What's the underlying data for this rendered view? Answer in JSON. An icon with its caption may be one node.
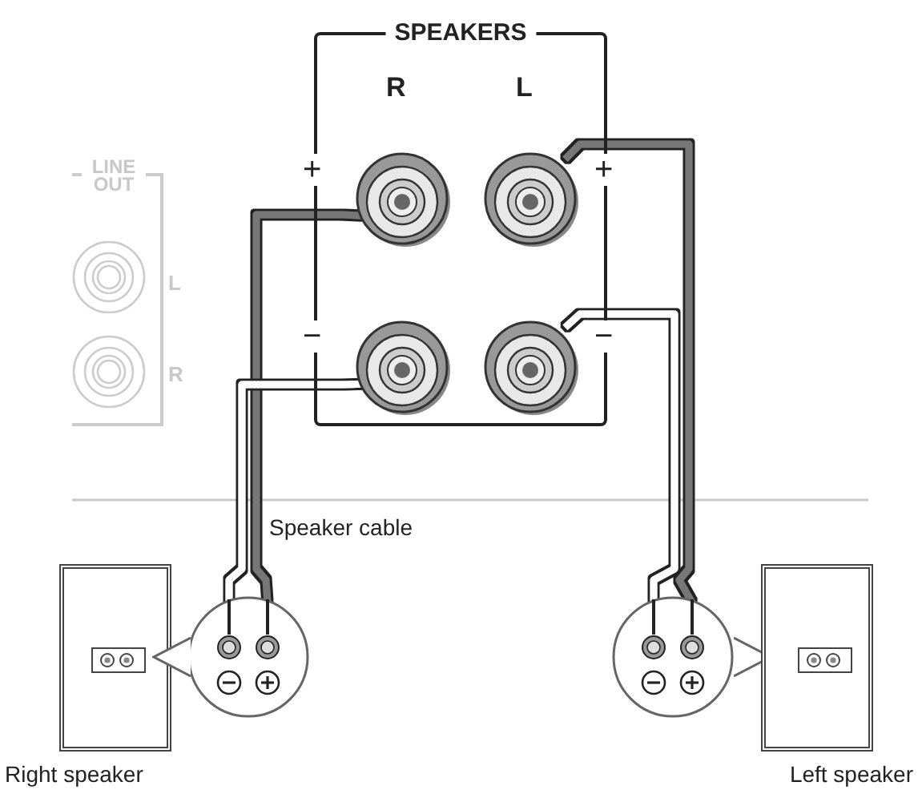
{
  "diagram": {
    "nodes": [
      {
        "text": [
          "SPEAKERS"
        ]
      },
      {
        "text": [],
        "shape": "circle",
        "in": 0
      },
      {
        "text": [],
        "shape": "circle",
        "in": 0
      },
      {
        "text": [],
        "shape": "circle",
        "in": 0
      },
      {
        "text": [],
        "shape": "circle",
        "in": 0
      },
      {
        "text": [
          "LINE OUT"
        ]
      },
      {
        "text": [
          "Right speaker"
        ]
      },
      {
        "text": [],
        "shape": "circle"
      },
      {
        "text": [],
        "shape": "circle"
      },
      {
        "text": [
          "Left speaker"
        ]
      }
    ],
    "edges": [
      {
        "from": 1,
        "to": 7,
        "arrow": "none",
        "color": "#777777"
      },
      {
        "from": 3,
        "to": 7,
        "arrow": "none",
        "color": "#ffffff"
      },
      {
        "from": 2,
        "to": 8,
        "arrow": "none",
        "color": "#777777"
      },
      {
        "from": 4,
        "to": 8,
        "arrow": "none",
        "color": "#ffffff"
      }
    ],
    "labels": [
      "R",
      "L",
      "+",
      "+",
      "L",
      "−",
      "−",
      "R",
      "Speaker cable"
    ]
  }
}
